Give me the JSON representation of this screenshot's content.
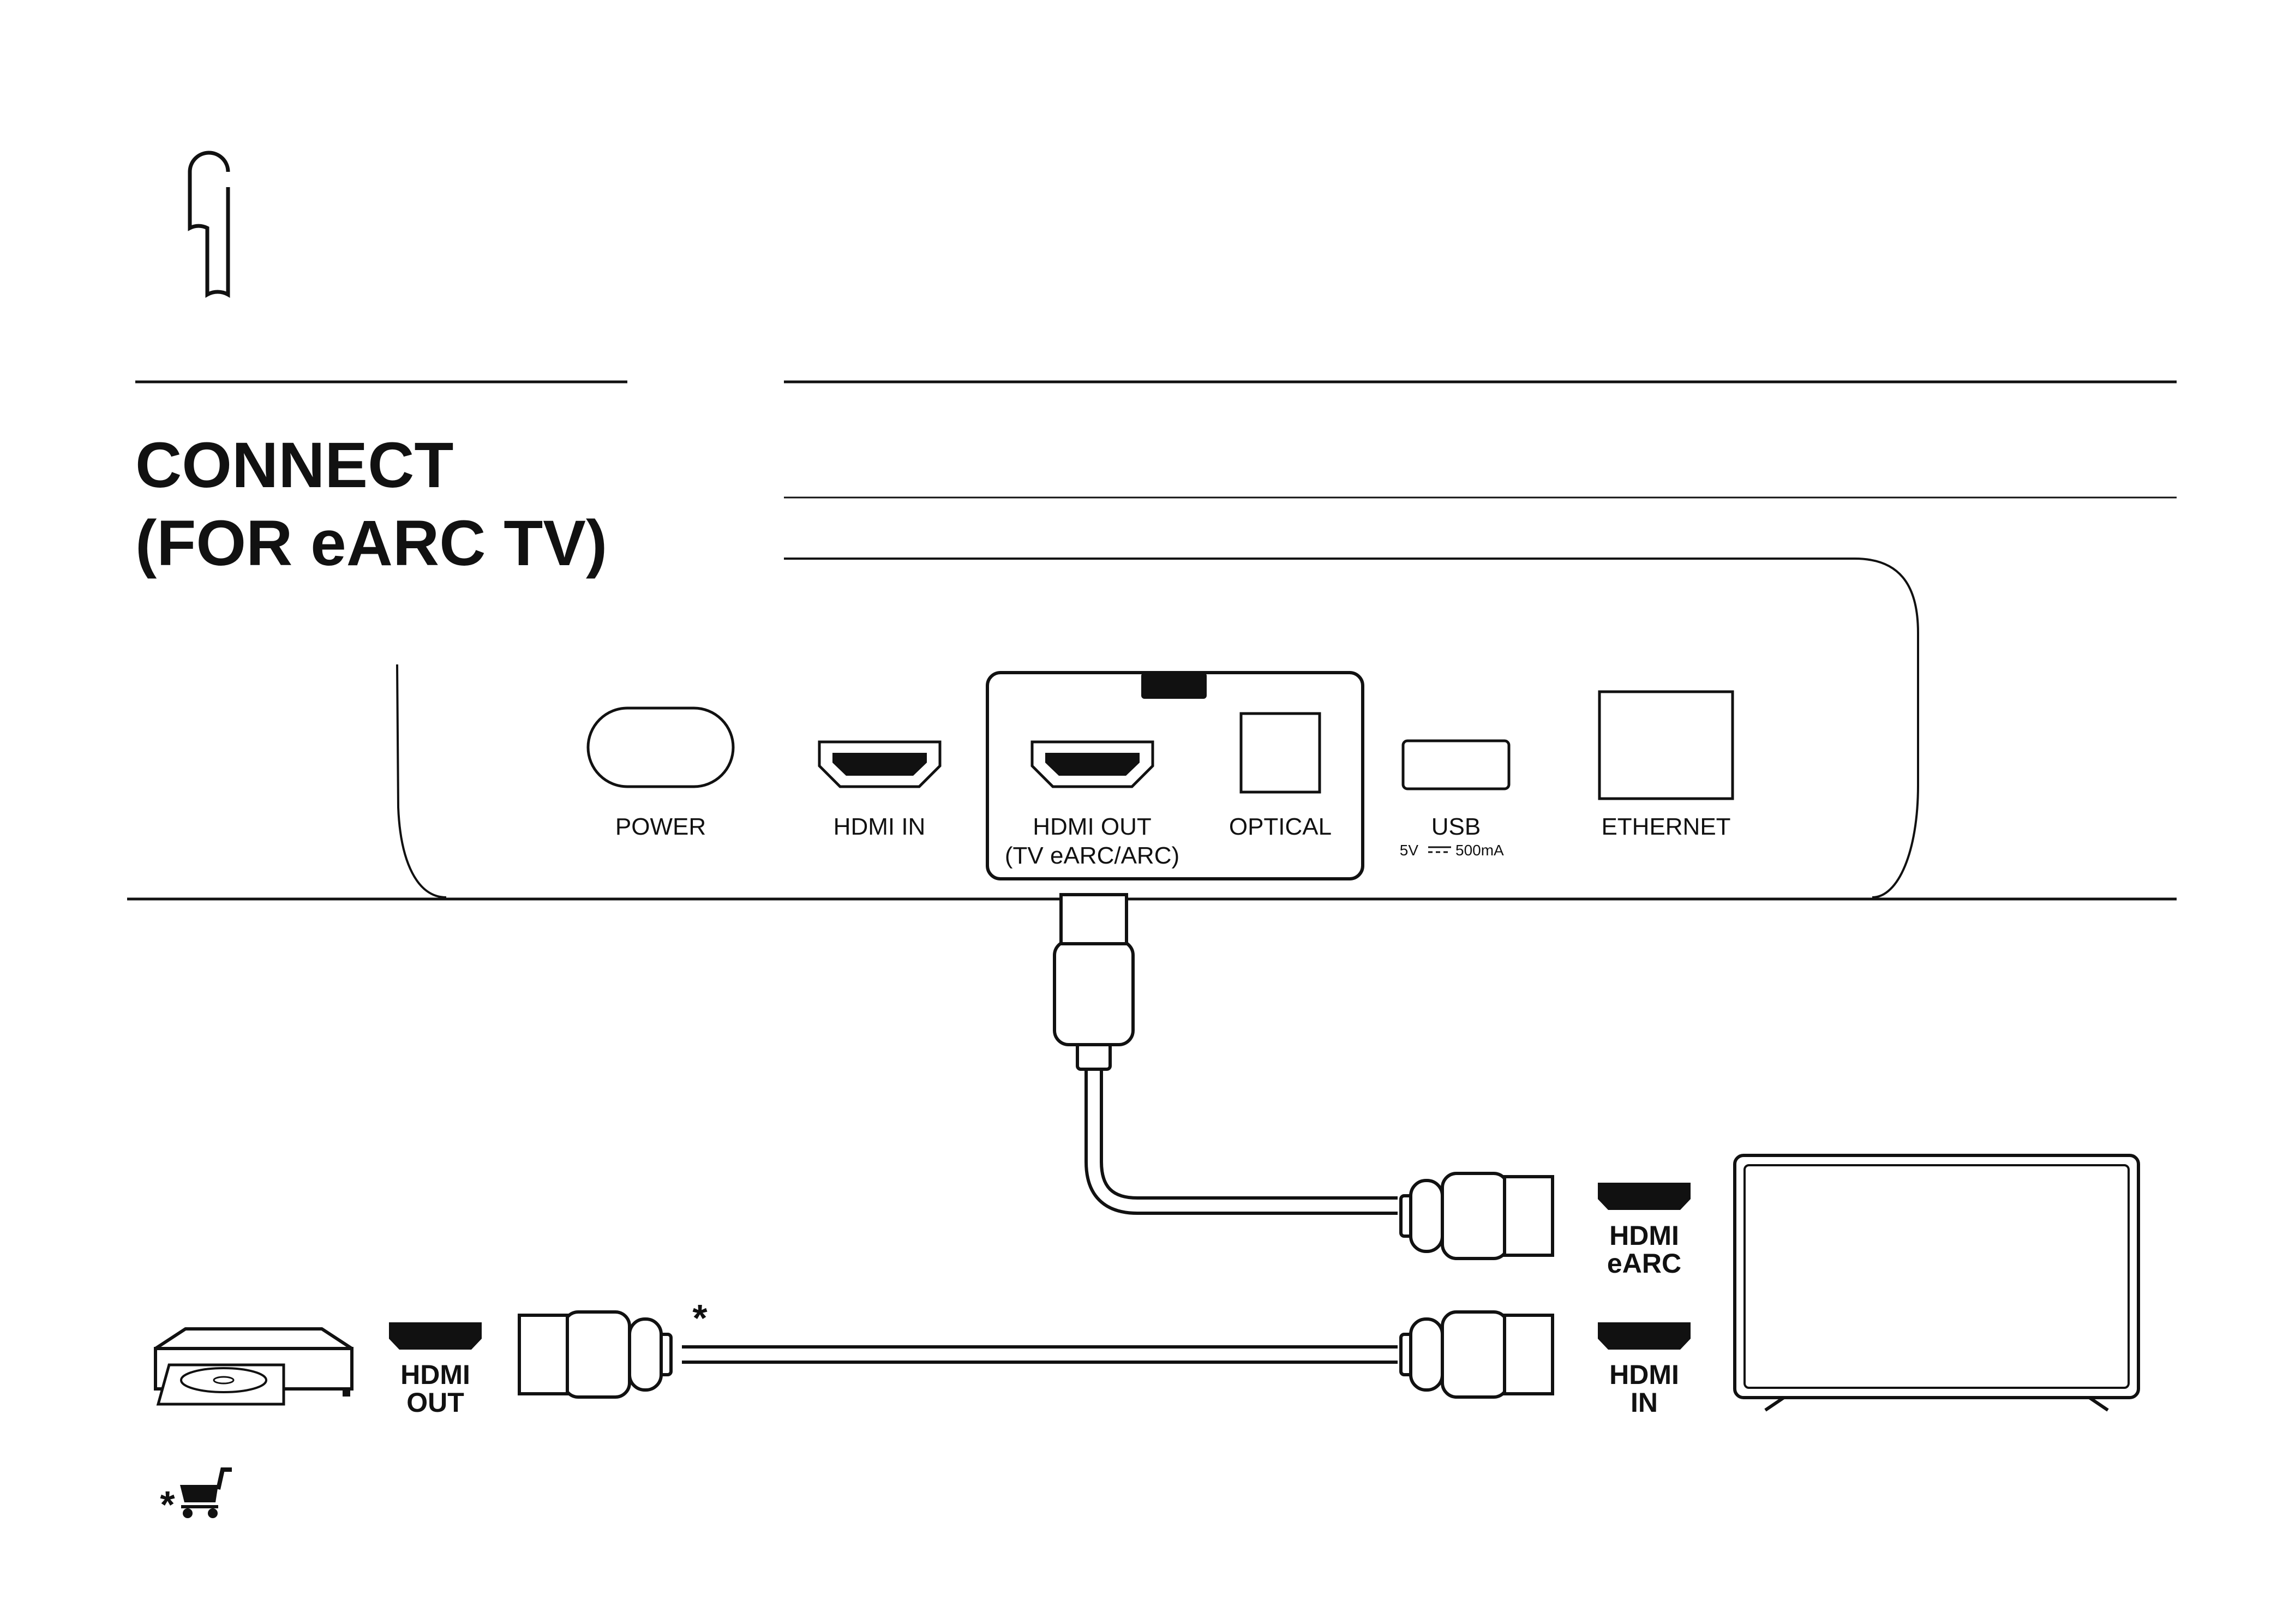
{
  "title": {
    "line1": "CONNECT",
    "line2": "(FOR eARC TV)"
  },
  "soundbar": {
    "ports": {
      "power": "POWER",
      "hdmi_in": "HDMI IN",
      "hdmi_out_line1": "HDMI OUT",
      "hdmi_out_line2": "(TV eARC/ARC)",
      "optical": "OPTICAL",
      "usb": "USB",
      "usb_spec_a": "5V",
      "usb_spec_b": "500mA",
      "ethernet": "ETHERNET"
    }
  },
  "tv": {
    "earc_line1": "HDMI",
    "earc_line2": "eARC",
    "in_line1": "HDMI",
    "in_line2": "IN"
  },
  "source_device": {
    "out_line1": "HDMI",
    "out_line2": "OUT"
  },
  "footnote": {
    "asterisk": "*",
    "icon": "shopping-cart-icon"
  },
  "icons": {
    "step": "step-number-icon",
    "player": "blu-ray-player-icon",
    "tv": "tv-icon"
  }
}
